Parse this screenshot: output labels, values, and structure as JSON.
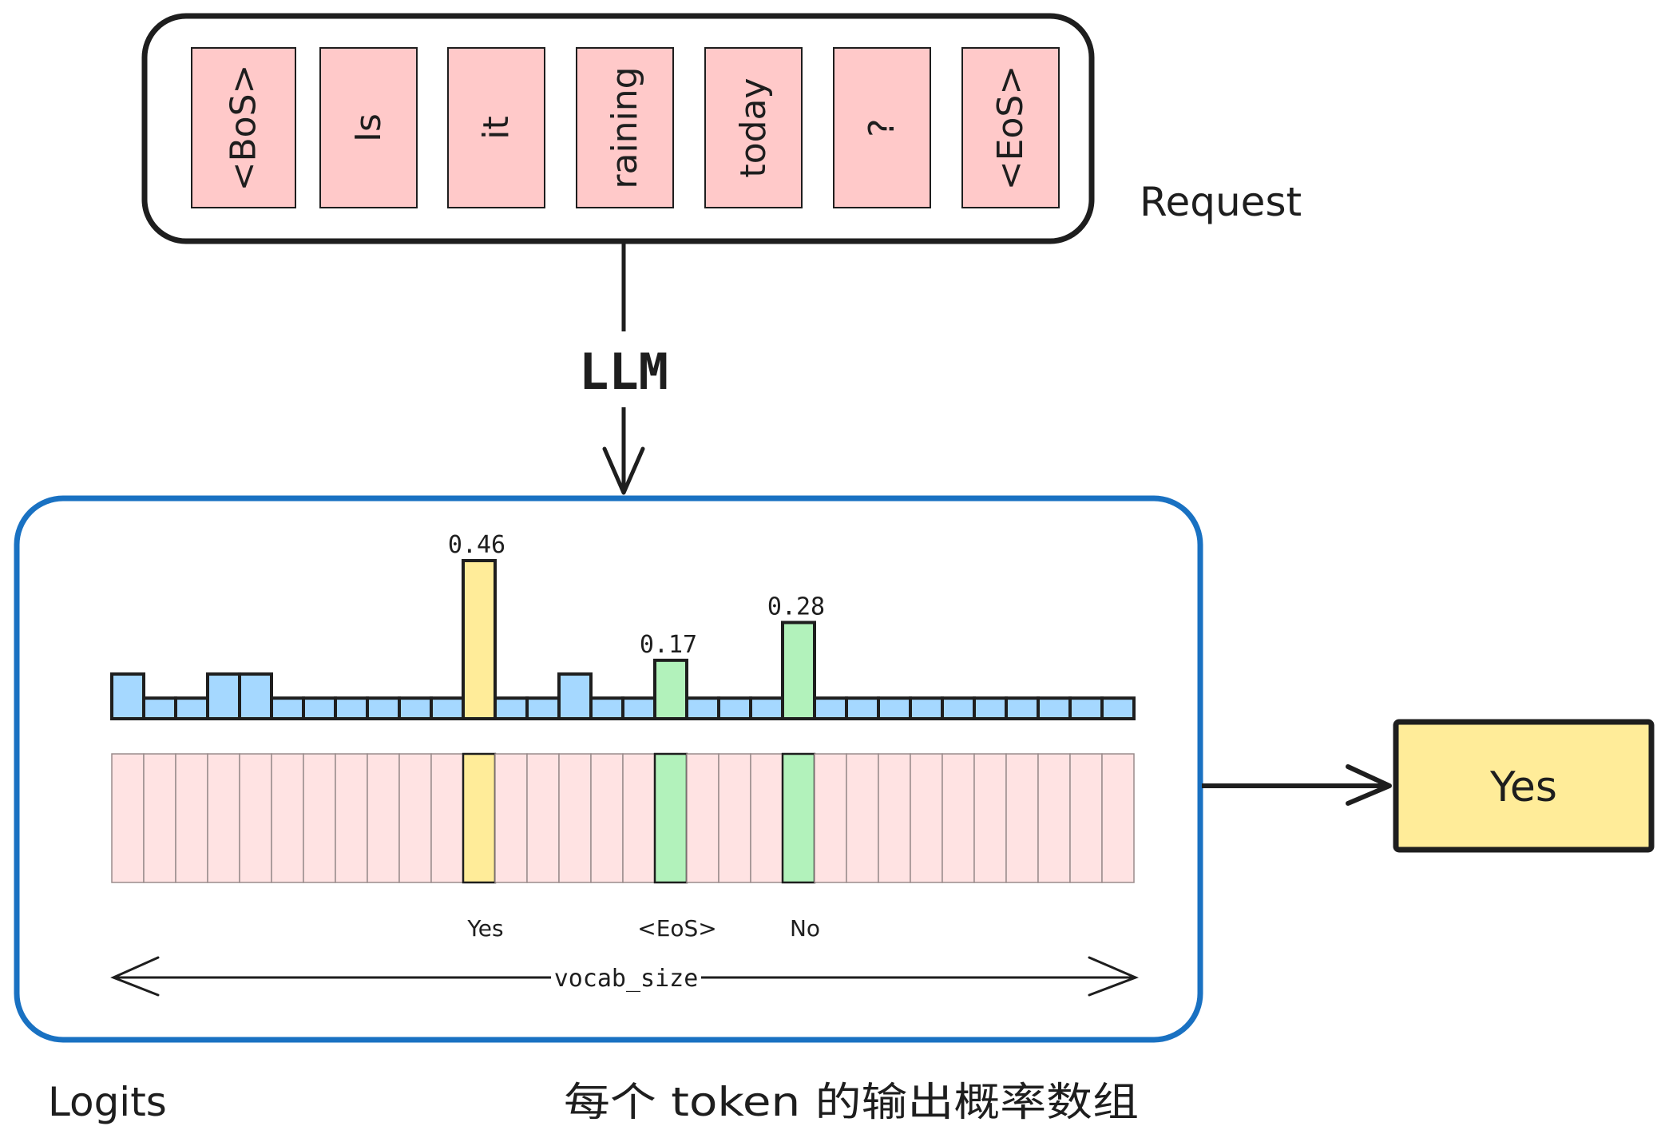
{
  "request": {
    "label": "Request",
    "tokens": [
      "<BoS>",
      "Is",
      "it",
      "raining",
      "today",
      "?",
      "<EoS>"
    ],
    "token_fill": "#ffc9c9",
    "border_color": "#1e1e1e"
  },
  "model": {
    "label": "LLM"
  },
  "logits": {
    "label": "Logits",
    "caption": "每个 token 的输出概率数组",
    "border_color": "#1971c2",
    "axis_label": "vocab_size"
  },
  "result": {
    "label": "Yes",
    "fill": "#ffec99"
  },
  "colors": {
    "default_bar": "#a5d8ff",
    "selected_bar": "#ffec99",
    "candidate_bar": "#b2f2bb",
    "vocab_cell": "#ffe3e3",
    "stroke": "#1e1e1e"
  },
  "chart_data": {
    "type": "bar",
    "title": "",
    "xlabel": "vocab_size",
    "ylabel": "",
    "bar_count": 32,
    "ylim": [
      0,
      0.46
    ],
    "values": [
      0.13,
      0.06,
      0.06,
      0.13,
      0.13,
      0.06,
      0.06,
      0.06,
      0.06,
      0.06,
      0.06,
      0.46,
      0.06,
      0.06,
      0.13,
      0.06,
      0.06,
      0.17,
      0.06,
      0.06,
      0.06,
      0.28,
      0.06,
      0.06,
      0.06,
      0.06,
      0.06,
      0.06,
      0.06,
      0.06,
      0.06,
      0.06
    ],
    "kinds": [
      "default",
      "default",
      "default",
      "default",
      "default",
      "default",
      "default",
      "default",
      "default",
      "default",
      "default",
      "selected",
      "default",
      "default",
      "default",
      "default",
      "default",
      "candidate",
      "default",
      "default",
      "default",
      "candidate",
      "default",
      "default",
      "default",
      "default",
      "default",
      "default",
      "default",
      "default",
      "default",
      "default"
    ],
    "data_labels": [
      {
        "index": 11,
        "text": "0.46"
      },
      {
        "index": 17,
        "text": "0.17"
      },
      {
        "index": 21,
        "text": "0.28"
      }
    ],
    "category_labels": [
      {
        "index": 11,
        "text": "Yes"
      },
      {
        "index": 17,
        "text": "<EoS>"
      },
      {
        "index": 21,
        "text": "No"
      }
    ]
  }
}
